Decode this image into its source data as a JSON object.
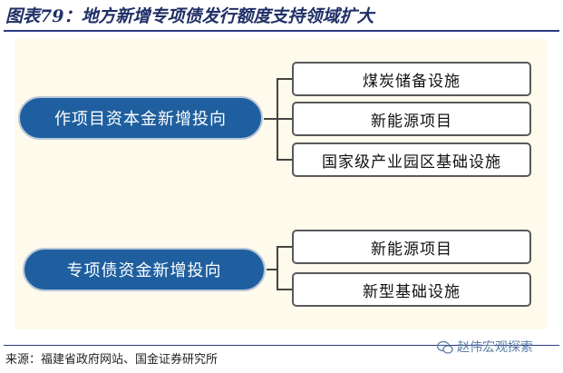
{
  "title": "图表79：地方新增专项债发行额度支持领域扩大",
  "groups": [
    {
      "hub": "作项目资本金新增投向",
      "leaves": [
        "煤炭储备设施",
        "新能源项目",
        "国家级产业园区基础设施"
      ]
    },
    {
      "hub": "专项债资金新增投向",
      "leaves": [
        "新能源项目",
        "新型基础设施"
      ]
    }
  ],
  "source": "来源：福建省政府网站、国金证券研究所",
  "watermark": "赵伟宏观探索",
  "colors": {
    "hub_fill": "#1f5f9f",
    "canvas_bg": "#fefaec",
    "title_text": "#1f2f66",
    "rule": "#2b3b85"
  },
  "icons": {
    "watermark_icon": "wechat-icon"
  }
}
